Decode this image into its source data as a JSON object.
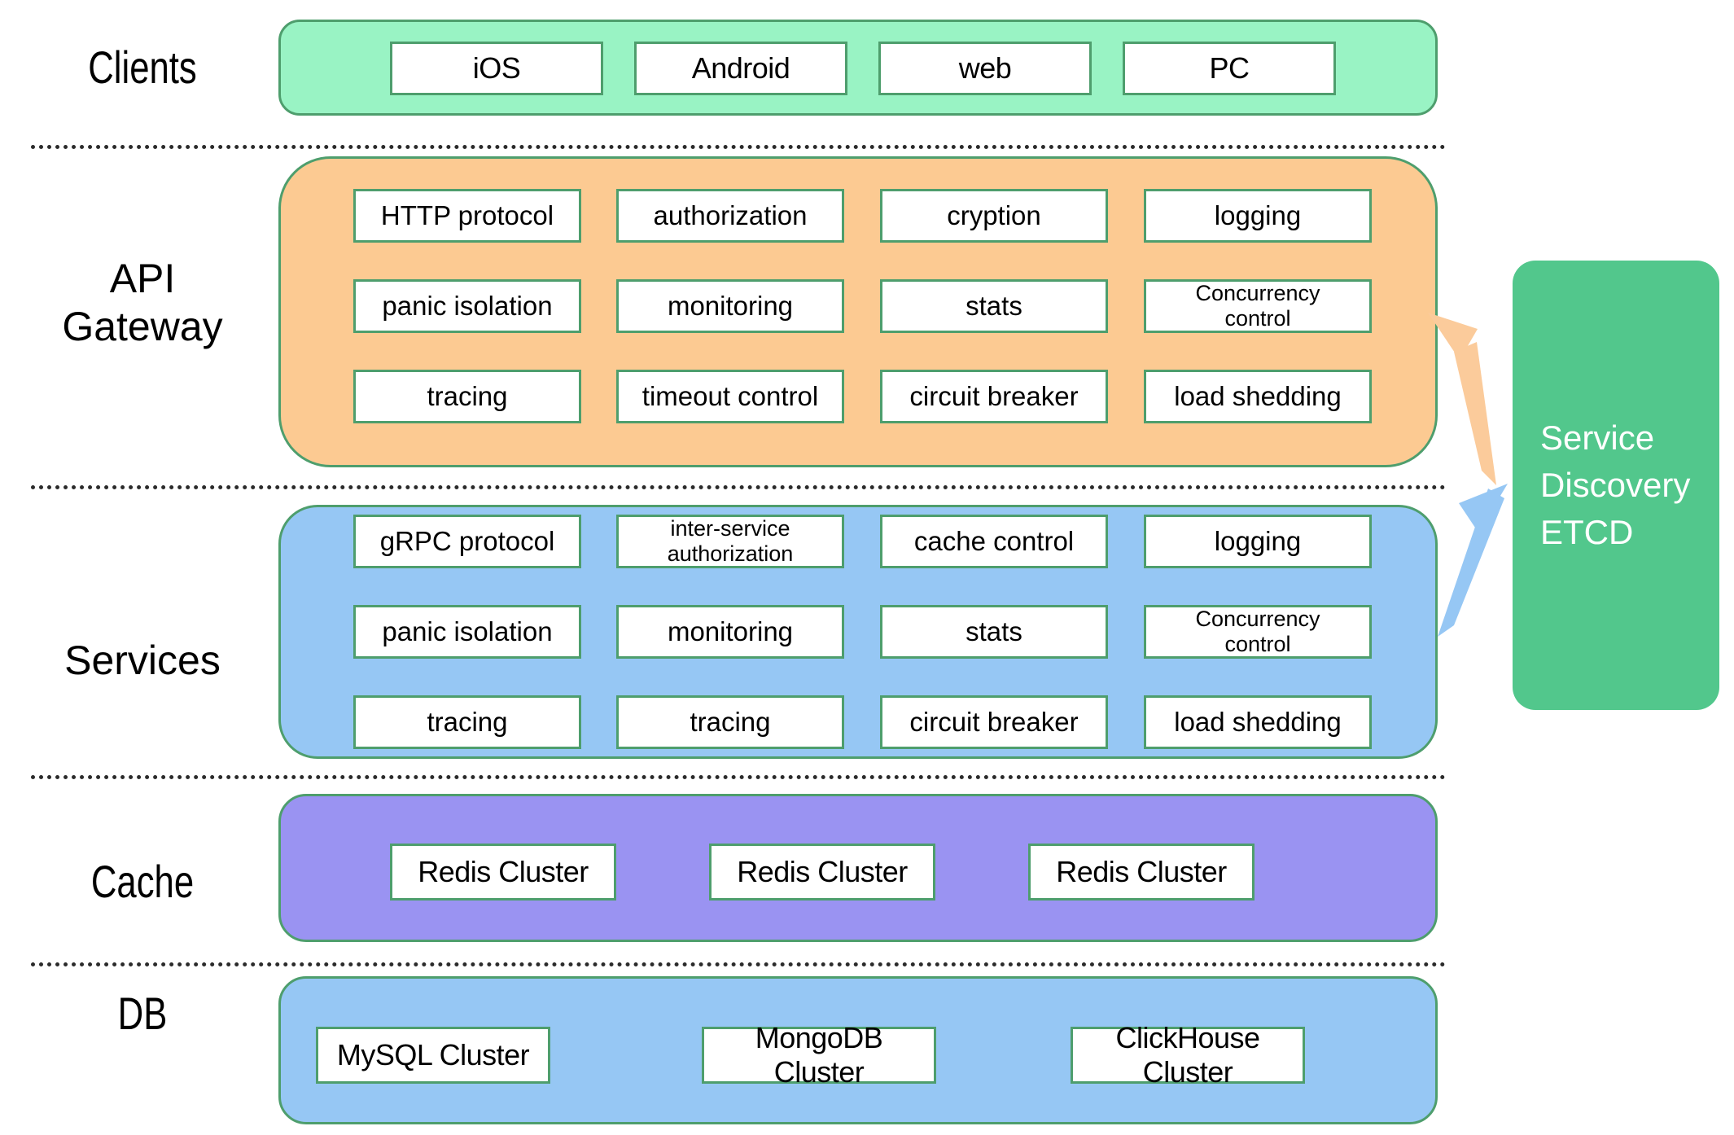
{
  "diagram": {
    "title": "Layered microservice architecture",
    "colors": {
      "clients_band": "#99f3c4",
      "gateway_band": "#fcca92",
      "services_band": "#96c7f4",
      "cache_band": "#9a93f2",
      "db_band": "#96c7f4",
      "box_border": "#4e9e6d",
      "box_fill": "#ffffff",
      "service_discovery": "#52c78c",
      "arrow_orange": "#fbcb9b",
      "arrow_blue": "#96c7f4",
      "separator": "#2b2b2b"
    }
  },
  "rows": {
    "clients": {
      "label": "Clients",
      "items": [
        "iOS",
        "Android",
        "web",
        "PC"
      ]
    },
    "api_gateway": {
      "label": "API\nGateway",
      "items": [
        "HTTP protocol",
        "authorization",
        "cryption",
        "logging",
        "panic isolation",
        "monitoring",
        "stats",
        "Concurrency\ncontrol",
        "tracing",
        "timeout control",
        "circuit breaker",
        "load shedding"
      ]
    },
    "services": {
      "label": "Services",
      "items": [
        "gRPC protocol",
        "inter-service\nauthorization",
        "cache control",
        "logging",
        "panic isolation",
        "monitoring",
        "stats",
        "Concurrency\ncontrol",
        "tracing",
        "tracing",
        "circuit breaker",
        "load shedding"
      ]
    },
    "cache": {
      "label": "Cache",
      "items": [
        "Redis Cluster",
        "Redis Cluster",
        "Redis Cluster"
      ]
    },
    "db": {
      "label": "DB",
      "items": [
        "MySQL Cluster",
        "MongoDB Cluster",
        "ClickHouse Cluster"
      ]
    }
  },
  "service_discovery": {
    "label": "Service\nDiscovery\nETCD"
  }
}
